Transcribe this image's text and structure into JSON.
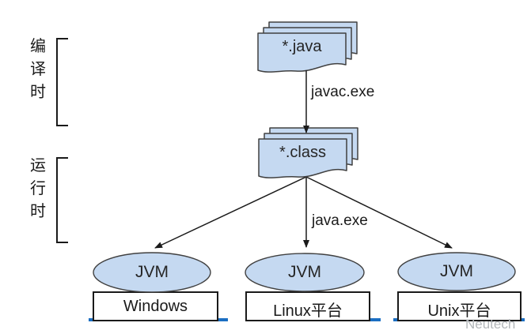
{
  "diagram": {
    "stages": {
      "compile_time": "编译时",
      "run_time": "运行时"
    },
    "source_stack_label": "*.java",
    "class_stack_label": "*.class",
    "compile_edge_label": "javac.exe",
    "run_edge_label": "java.exe",
    "jvm_label": "JVM",
    "platforms": [
      {
        "name": "Windows"
      },
      {
        "name": "Linux平台"
      },
      {
        "name": "Unix平台"
      }
    ],
    "watermark": "Neutech",
    "colors": {
      "node_fill": "#c5d9f1",
      "node_border": "#404040",
      "line": "#1a1a1a",
      "platform_accent": "#1b6ec2",
      "watermark": "#b3b7ba"
    }
  }
}
